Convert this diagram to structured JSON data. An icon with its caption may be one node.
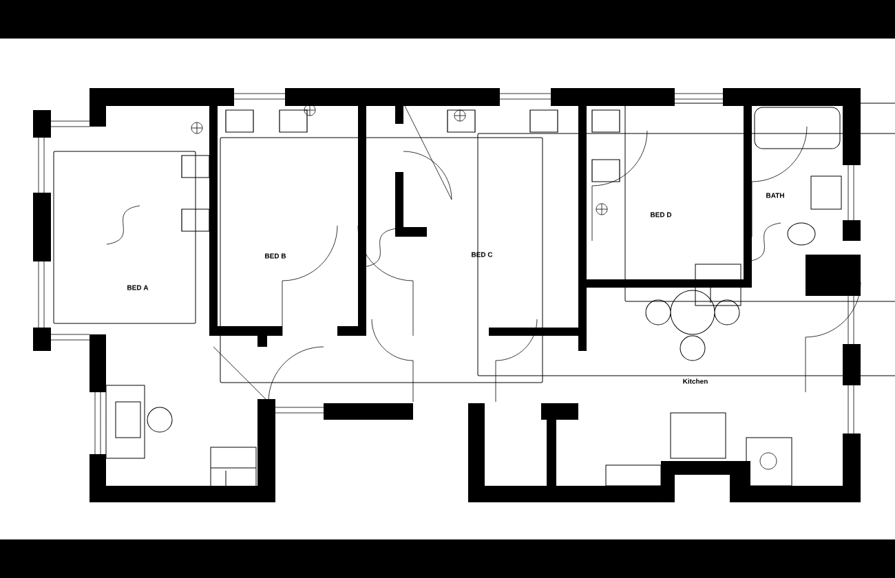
{
  "diagram": {
    "labels": [
      "BED A",
      "BED B",
      "BED C",
      "BED D",
      "BATH",
      "Kitchen"
    ]
  }
}
